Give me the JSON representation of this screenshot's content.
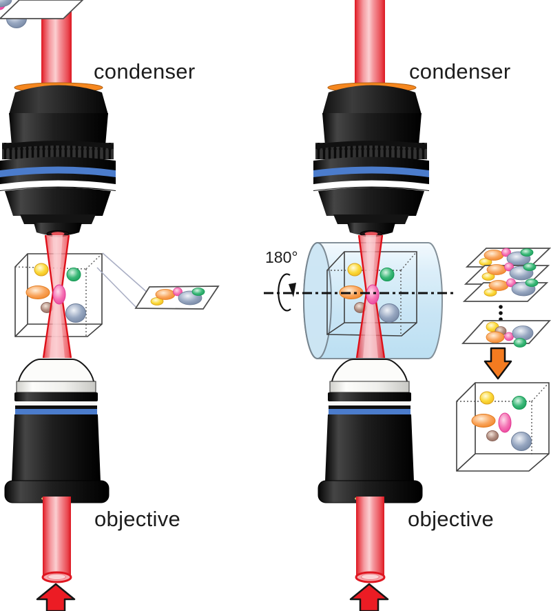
{
  "labels": {
    "left_setup": {
      "condenser": "condenser",
      "objective": "objective"
    },
    "right_setup": {
      "condenser": "condenser",
      "objective": "objective",
      "rotation_angle": "180°"
    }
  },
  "icons": {
    "input_beam_arrow_left": "red-up-arrow",
    "input_beam_arrow_right": "red-up-arrow",
    "stack_to_volume_arrow": "orange-down-arrow",
    "rotation_arrow": "ellipse-rotation-arrow",
    "rotation_axis": "dash-dot-axis-line",
    "ellipsis_dots": "vertical-three-dots"
  },
  "colors": {
    "beam_red": "#dd1620",
    "beam_core_pink": "#fbcfd1",
    "lens_body_black": "#161616",
    "ring_blue": "#4b7ccc",
    "ring_white": "#ffffff",
    "condenser_rim_orange": "#f5871f",
    "cylinder_blue": "#cfeaf8",
    "arrow_orange": "#f47b20",
    "particle_yellow": "#f7cb2d",
    "particle_green": "#2eb573",
    "particle_orange": "#f49044",
    "particle_pink": "#ef5fa8",
    "particle_brown": "#a17f72",
    "particle_blue_gray": "#8193b5"
  },
  "particles": [
    "yellow",
    "green",
    "orange",
    "pink",
    "brown",
    "blue-gray"
  ]
}
